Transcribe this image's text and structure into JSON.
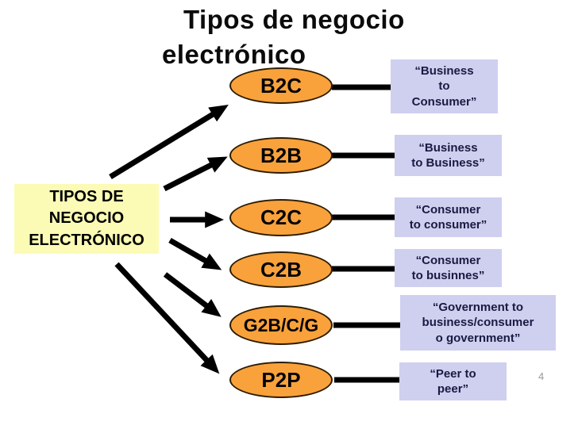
{
  "title": {
    "line1": "Tipos de negocio",
    "line2": "electrónico"
  },
  "root": {
    "label": "TIPOS DE\nNEGOCIO\nELECTRÓNICO"
  },
  "nodes": [
    {
      "abbr": "B2C",
      "meaning": "“Business\nto\nConsumer”"
    },
    {
      "abbr": "B2B",
      "meaning": "“Business\nto Business”"
    },
    {
      "abbr": "C2C",
      "meaning": "“Consumer\nto consumer”"
    },
    {
      "abbr": "C2B",
      "meaning": "“Consumer\nto businnes”"
    },
    {
      "abbr": "G2B/C/G",
      "meaning": "“Government to\nbusiness/consumer\no government”"
    },
    {
      "abbr": "P2P",
      "meaning": "“Peer to\npeer”"
    }
  ],
  "page": {
    "page_number": "4"
  },
  "colors": {
    "ellipse_fill": "#f9a23b",
    "desc_box_fill": "#cfcff0",
    "root_box_fill": "#fbfbb5",
    "arrow": "#000000",
    "desc_text": "#1a1a42",
    "page_number": "#97979f"
  }
}
